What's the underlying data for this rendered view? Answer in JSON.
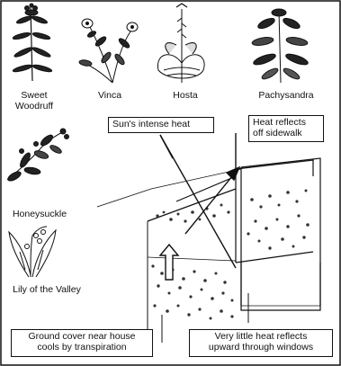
{
  "plants": [
    {
      "id": "sweet_woodruff",
      "lines": [
        "Sweet",
        "Woodruff"
      ],
      "icon": "sweet-woodruff-icon"
    },
    {
      "id": "vinca",
      "lines": [
        "Vinca"
      ],
      "icon": "vinca-icon"
    },
    {
      "id": "hosta",
      "lines": [
        "Hosta"
      ],
      "icon": "hosta-icon"
    },
    {
      "id": "pachysandra",
      "lines": [
        "Pachysandra"
      ],
      "icon": "pachysandra-icon"
    },
    {
      "id": "honeysuckle",
      "lines": [
        "Honeysuckle"
      ],
      "icon": "honeysuckle-icon"
    },
    {
      "id": "lily",
      "lines": [
        "Lily of the Valley"
      ],
      "icon": "lily-of-the-valley-icon"
    }
  ],
  "callouts": {
    "sun": "Sun's intense heat",
    "heat_sidewalk": [
      "Heat reflects",
      "off sidewalk"
    ],
    "ground_cover": [
      "Ground cover near house",
      "cools by transpiration"
    ],
    "little_heat": [
      "Very little heat reflects",
      "upward through windows"
    ]
  },
  "colors": {
    "ink": "#111111",
    "paper": "#ffffff",
    "shade": "#666666"
  }
}
